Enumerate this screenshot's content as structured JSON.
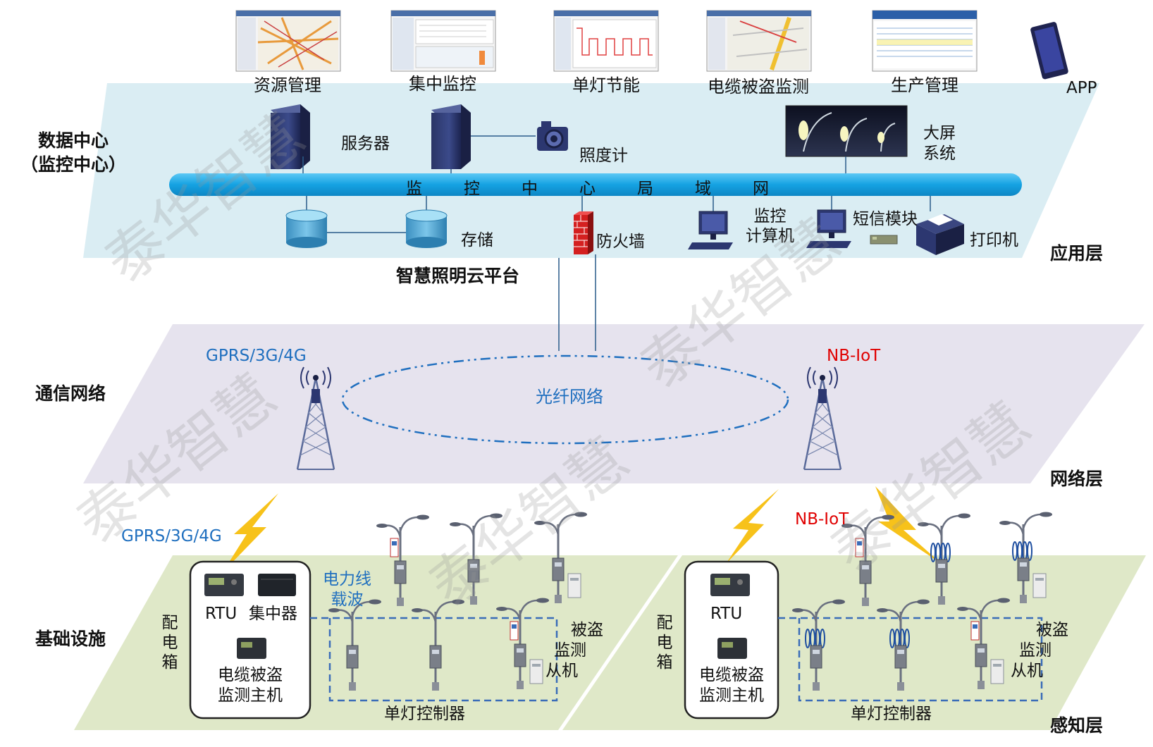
{
  "apps": [
    {
      "label": "资源管理",
      "thumbnail": "map-screenshot"
    },
    {
      "label": "集中监控",
      "thumbnail": "monitor-screenshot"
    },
    {
      "label": "单灯节能",
      "thumbnail": "chart-screenshot"
    },
    {
      "label": "电缆被盗监测",
      "thumbnail": "map-screenshot"
    },
    {
      "label": "生产管理",
      "thumbnail": "table-screenshot"
    },
    {
      "label": "APP",
      "thumbnail": "tablet-icon"
    }
  ],
  "data_center": {
    "title_line1": "数据中心",
    "title_line2": "（监控中心）",
    "server": "服务器",
    "lux_meter": "照度计",
    "big_screen_line1": "大屏",
    "big_screen_line2": "系统",
    "lan_chars": [
      "监",
      "控",
      "中",
      "心",
      "局",
      "域",
      "网"
    ],
    "storage": "存储",
    "firewall": "防火墙",
    "monitor_pc_line1": "监控",
    "monitor_pc_line2": "计算机",
    "sms_module": "短信模块",
    "printer": "打印机",
    "platform": "智慧照明云平台",
    "layer": "应用层"
  },
  "network": {
    "title": "通信网络",
    "gprs": "GPRS/3G/4G",
    "nbiot": "NB-IoT",
    "fiber": "光纤网络",
    "layer": "网络层"
  },
  "infrastructure": {
    "title": "基础设施",
    "gprs": "GPRS/3G/4G",
    "nbiot": "NB-IoT",
    "cabinet_vertical": "配电箱",
    "rtu": "RTU",
    "concentrator": "集中器",
    "cable_host_line1": "电缆被盗",
    "cable_host_line2": "监测主机",
    "plc_line1": "电力线",
    "plc_line2": "载波",
    "theft_line1": "被盗",
    "theft_line2": "监测",
    "theft_line3": "从机",
    "single_lamp_ctrl": "单灯控制器",
    "layer": "感知层"
  },
  "watermark": "泰华智慧",
  "colors": {
    "app_layer": "#daedf3",
    "net_layer": "#e6e3ee",
    "infra_layer": "#dfe8c8",
    "lan": "#1aa7e8",
    "text_blue": "#1f6fbf",
    "text_red": "#e00000",
    "lightning": "#f7c21a"
  }
}
